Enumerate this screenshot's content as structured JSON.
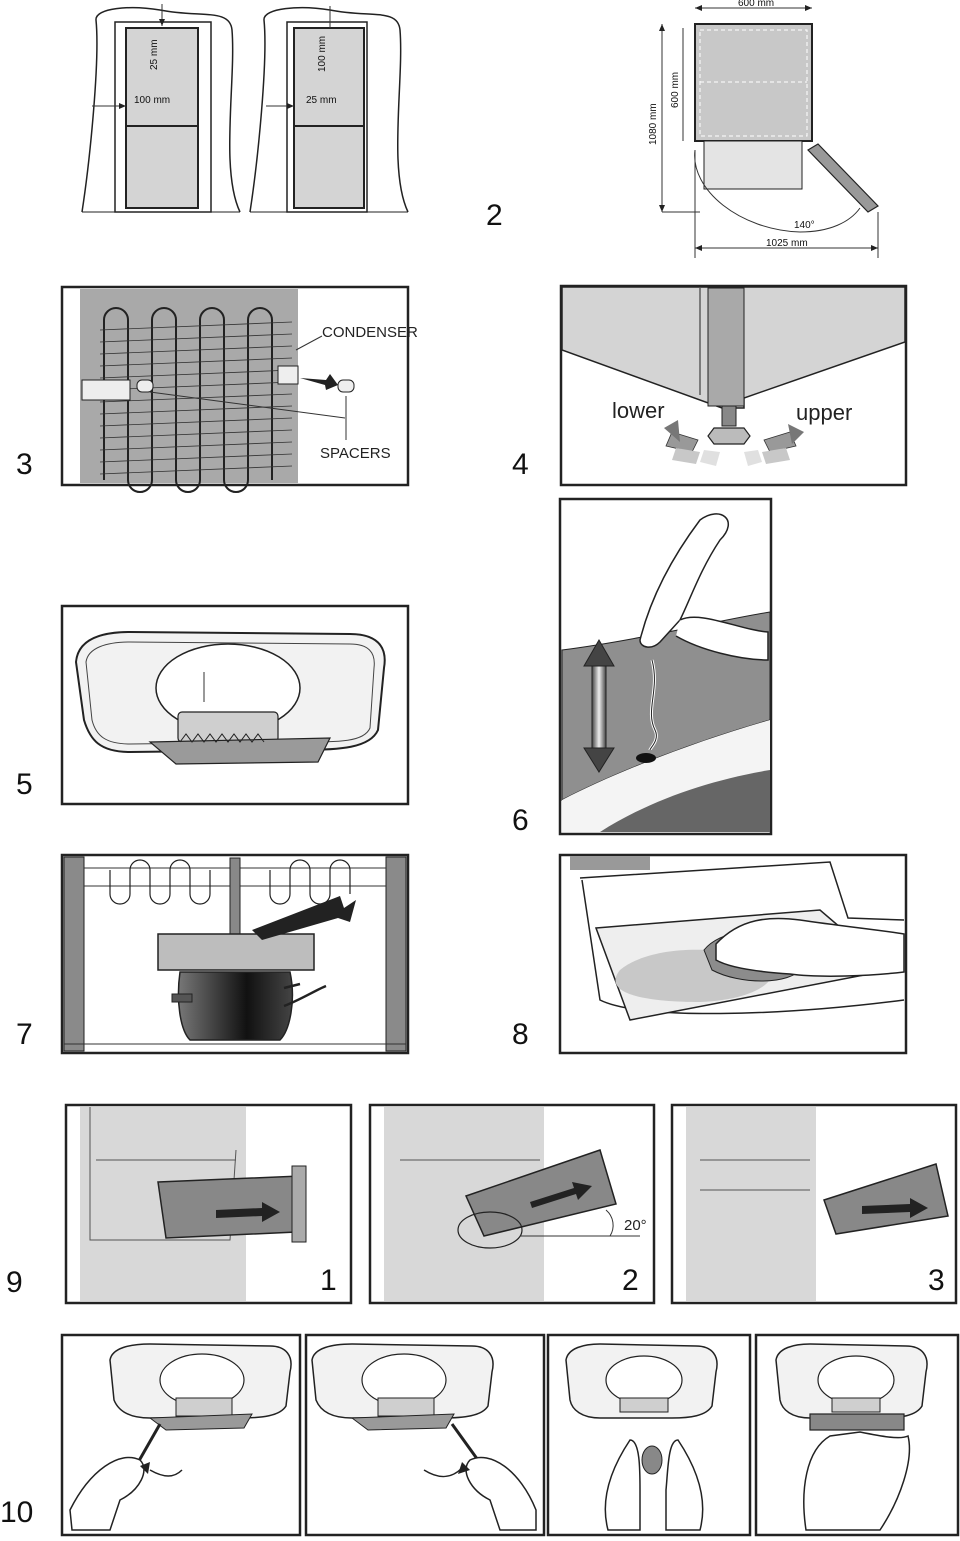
{
  "figures": {
    "fig1": {
      "dim_top_a": "25 mm",
      "dim_side_a": "100 mm",
      "dim_top_b": "100 mm",
      "dim_side_b": "25 mm"
    },
    "fig2": {
      "number": "2",
      "width_label": "600 mm",
      "depth_label": "600 mm",
      "height_label": "1080 mm",
      "angle_label": "140°",
      "total_label": "1025 mm"
    },
    "fig3": {
      "number": "3",
      "condenser_label": "CONDENSER",
      "spacers_label": "SPACERS"
    },
    "fig4": {
      "number": "4",
      "lower_label": "lower",
      "upper_label": "upper"
    },
    "fig5": {
      "number": "5"
    },
    "fig6": {
      "number": "6"
    },
    "fig7": {
      "number": "7"
    },
    "fig8": {
      "number": "8"
    },
    "fig9": {
      "number": "9",
      "step1": "1",
      "step2": "2",
      "step3": "3",
      "angle_label": "20°"
    },
    "fig10": {
      "number": "10"
    }
  },
  "colors": {
    "panel_gray": "#a9a9a9",
    "light_gray": "#d4d4d4",
    "dark_gray": "#555555",
    "line": "#222222"
  }
}
